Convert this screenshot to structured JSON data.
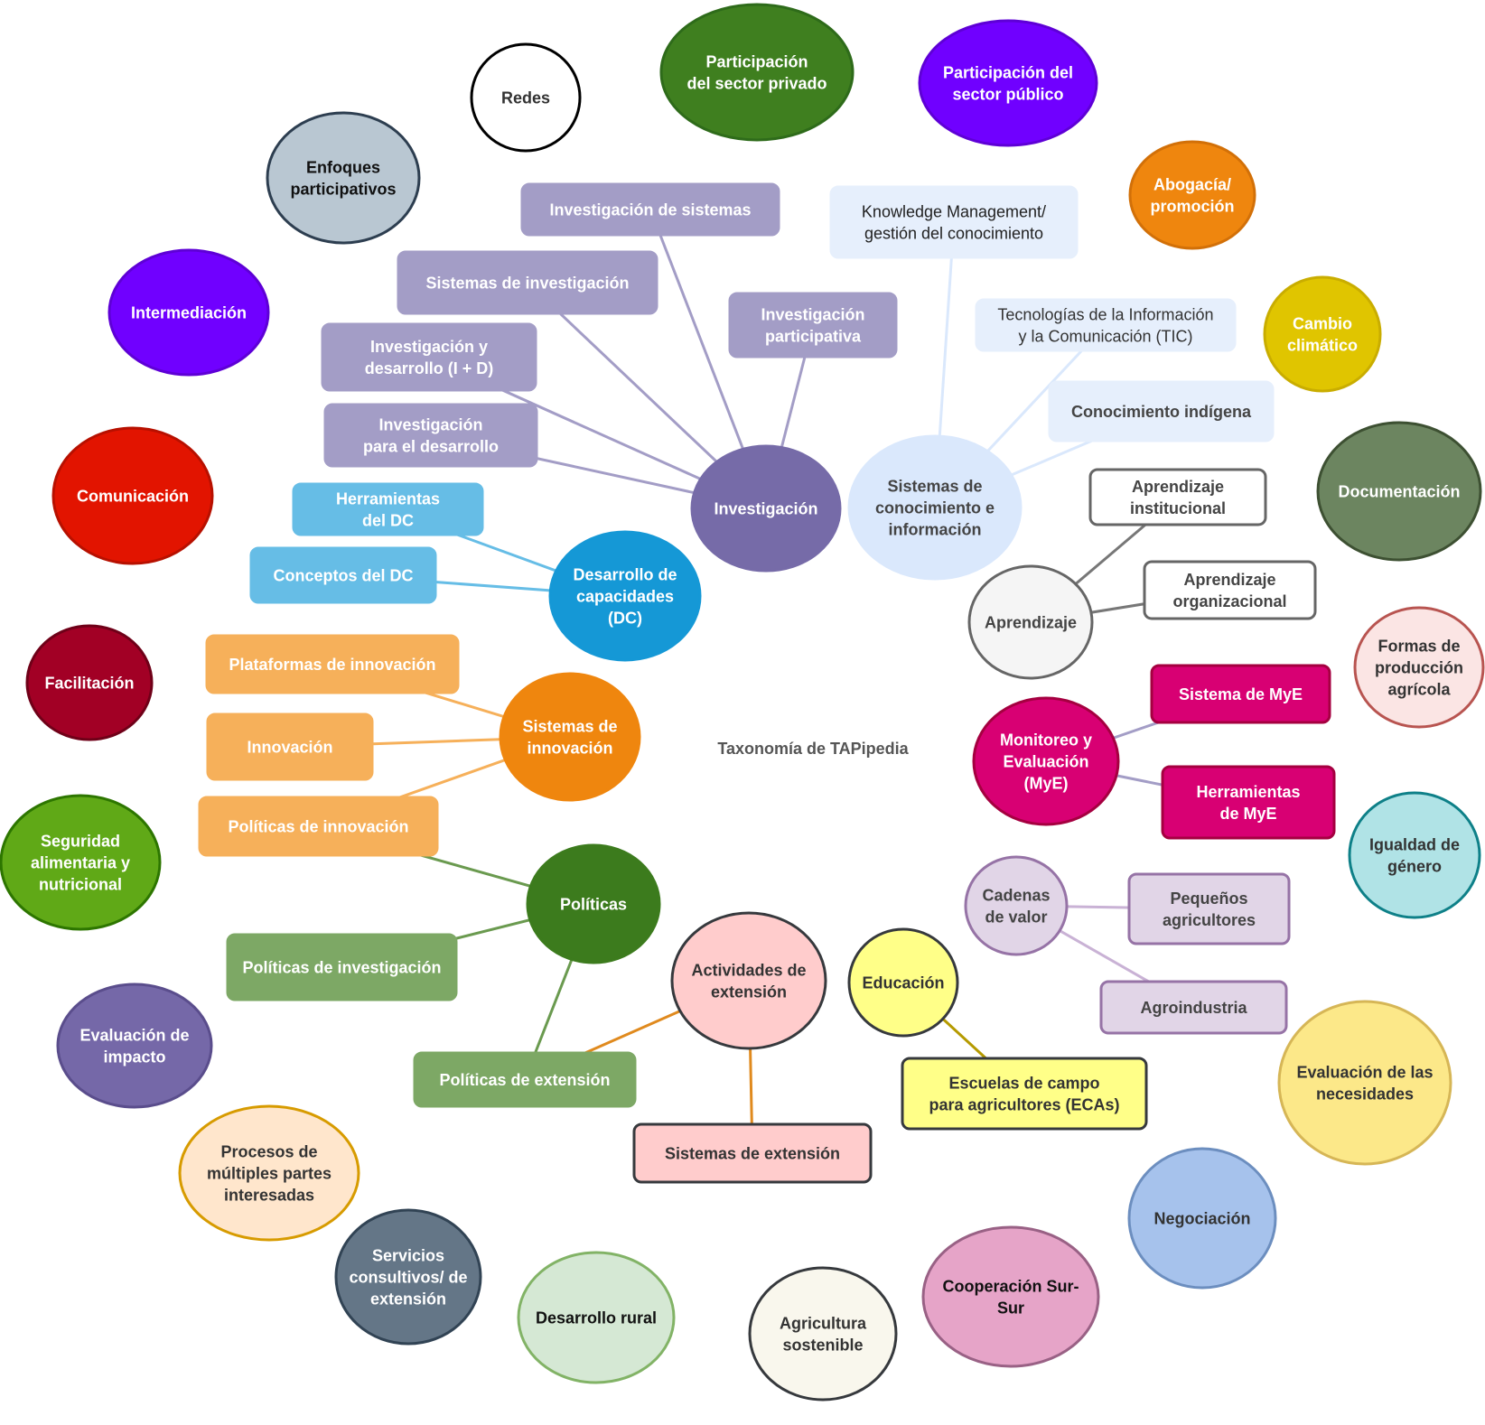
{
  "title": "Taxonomía de TAPipedia",
  "nodes": [
    {
      "id": "redes",
      "label": "Redes",
      "fill": "#ffffff",
      "stroke": "#000000",
      "text": "#333333"
    },
    {
      "id": "sector-privado",
      "label": "Participación del sector privado",
      "fill": "#3f7f1f",
      "stroke": "#2e6b1a",
      "text": "#ffffff"
    },
    {
      "id": "sector-publico",
      "label": "Participación del sector público",
      "fill": "#7000ff",
      "stroke": "#5e00d6",
      "text": "#ffffff"
    },
    {
      "id": "enfoques",
      "label": "Enfoques participativos",
      "fill": "#b9c7d2",
      "stroke": "#2d3e50",
      "text": "#111111"
    },
    {
      "id": "abogacia",
      "label": "Abogacía/ promoción",
      "fill": "#ef860e",
      "stroke": "#d27008",
      "text": "#ffffff"
    },
    {
      "id": "intermediacion",
      "label": "Intermediación",
      "fill": "#7000ff",
      "stroke": "#5e00d6",
      "text": "#ffffff"
    },
    {
      "id": "cambio",
      "label": "Cambio climático",
      "fill": "#e0c500",
      "stroke": "#c9ad00",
      "text": "#ffffff"
    },
    {
      "id": "comunicacion",
      "label": "Comunicación",
      "fill": "#e21400",
      "stroke": "#b71000",
      "text": "#ffffff"
    },
    {
      "id": "documentacion",
      "label": "Documentación",
      "fill": "#6c8560",
      "stroke": "#3d5032",
      "text": "#ffffff"
    },
    {
      "id": "facilitacion",
      "label": "Facilitación",
      "fill": "#a20025",
      "stroke": "#6f0018",
      "text": "#ffffff"
    },
    {
      "id": "formas",
      "label": "Formas de producción agrícola",
      "fill": "#fbe5e4",
      "stroke": "#b85450",
      "text": "#333333"
    },
    {
      "id": "igualdad",
      "label": "Igualdad de género",
      "fill": "#b0e3e6",
      "stroke": "#0e8088",
      "text": "#333333"
    },
    {
      "id": "seguridad",
      "label": "Seguridad alimentaria y nutricional",
      "fill": "#60a917",
      "stroke": "#2d7600",
      "text": "#ffffff"
    },
    {
      "id": "evaluacion-impacto",
      "label": "Evaluación de impacto",
      "fill": "#7568a8",
      "stroke": "#5a4d8c",
      "text": "#ffffff"
    },
    {
      "id": "evaluacion-necesidades",
      "label": "Evaluación de las necesidades",
      "fill": "#fce889",
      "stroke": "#d6b656",
      "text": "#333333"
    },
    {
      "id": "procesos",
      "label": "Procesos de múltiples partes interesadas",
      "fill": "#ffe6cc",
      "stroke": "#d79b00",
      "text": "#333333"
    },
    {
      "id": "negociacion",
      "label": "Negociación",
      "fill": "#a6c2ec",
      "stroke": "#6c8ebf",
      "text": "#333333"
    },
    {
      "id": "servicios",
      "label": "Servicios consultivos/ de extensión",
      "fill": "#647687",
      "stroke": "#314354",
      "text": "#ffffff"
    },
    {
      "id": "desarrollo-rural",
      "label": "Desarrollo rural",
      "fill": "#d5e8d4",
      "stroke": "#82b366",
      "text": "#111111"
    },
    {
      "id": "agricultura",
      "label": "Agricultura sostenible",
      "fill": "#f9f7ed",
      "stroke": "#36393d",
      "text": "#333333"
    },
    {
      "id": "cooperacion",
      "label": "Cooperación Sur-Sur",
      "fill": "#e6a4c8",
      "stroke": "#996185",
      "text": "#111111"
    },
    {
      "id": "investigacion",
      "label": "Investigación",
      "fill": "#766ba8",
      "stroke": "#766ba8",
      "text": "#ffffff"
    },
    {
      "id": "inv-sistemas",
      "label": "Investigación de sistemas",
      "fill": "#a39dc6",
      "stroke": "#a39dc6",
      "text": "#ffffff"
    },
    {
      "id": "sist-investigacion",
      "label": "Sistemas de investigación",
      "fill": "#a39dc6",
      "stroke": "#a39dc6",
      "text": "#ffffff"
    },
    {
      "id": "inv-participativa",
      "label": "Investigación participativa",
      "fill": "#a39dc6",
      "stroke": "#a39dc6",
      "text": "#ffffff"
    },
    {
      "id": "inv-id",
      "label": "Investigación y desarrollo (I + D)",
      "fill": "#a39dc6",
      "stroke": "#a39dc6",
      "text": "#ffffff"
    },
    {
      "id": "inv-desarrollo",
      "label": "Investigación para el desarrollo",
      "fill": "#a39dc6",
      "stroke": "#a39dc6",
      "text": "#ffffff"
    },
    {
      "id": "sci",
      "label": "Sistemas de conocimiento e información",
      "fill": "#dae8fc",
      "stroke": "#dae8fc",
      "text": "#444444"
    },
    {
      "id": "km",
      "label": "Knowledge Management/ gestión del conocimiento",
      "fill": "#e6effc",
      "stroke": "#e6effc",
      "text": "#222222",
      "weight": "normal"
    },
    {
      "id": "tic",
      "label": "Tecnologías de la Información y la Comunicación (TIC)",
      "fill": "#e6effc",
      "stroke": "#e6effc",
      "text": "#333333",
      "weight": "normal"
    },
    {
      "id": "indigena",
      "label": "Conocimiento indígena",
      "fill": "#e6effc",
      "stroke": "#e6effc",
      "text": "#444444"
    },
    {
      "id": "dc",
      "label": "Desarrollo de capacidades (DC)",
      "fill": "#1598d6",
      "stroke": "#1598d6",
      "text": "#ffffff"
    },
    {
      "id": "herramientas-dc",
      "label": "Herramientas del DC",
      "fill": "#66bde6",
      "stroke": "#66bde6",
      "text": "#ffffff"
    },
    {
      "id": "conceptos-dc",
      "label": "Conceptos del DC",
      "fill": "#66bde6",
      "stroke": "#66bde6",
      "text": "#ffffff"
    },
    {
      "id": "aprendizaje",
      "label": "Aprendizaje",
      "fill": "#f5f5f5",
      "stroke": "#666666",
      "text": "#444444"
    },
    {
      "id": "apr-institucional",
      "label": "Aprendizaje institucional",
      "fill": "#ffffff",
      "stroke": "#666666",
      "text": "#444444"
    },
    {
      "id": "apr-organizacional",
      "label": "Aprendizaje organizacional",
      "fill": "#ffffff",
      "stroke": "#666666",
      "text": "#444444"
    },
    {
      "id": "sist-innovacion",
      "label": "Sistemas de innovación",
      "fill": "#ef860e",
      "stroke": "#ef860e",
      "text": "#ffffff"
    },
    {
      "id": "plataformas",
      "label": "Plataformas de innovación",
      "fill": "#f6b05a",
      "stroke": "#f6b05a",
      "text": "#ffffff"
    },
    {
      "id": "innovacion",
      "label": "Innovación",
      "fill": "#f6b05a",
      "stroke": "#f6b05a",
      "text": "#ffffff"
    },
    {
      "id": "pol-innovacion",
      "label": "Políticas de innovación",
      "fill": "#f6b05a",
      "stroke": "#f6b05a",
      "text": "#ffffff"
    },
    {
      "id": "mye",
      "label": "Monitoreo y Evaluación (MyE)",
      "fill": "#d80073",
      "stroke": "#a50040",
      "text": "#ffffff"
    },
    {
      "id": "sist-mye",
      "label": "Sistema de MyE",
      "fill": "#d80073",
      "stroke": "#a50040",
      "text": "#ffffff"
    },
    {
      "id": "herr-mye",
      "label": "Herramientas de MyE",
      "fill": "#d80073",
      "stroke": "#a50040",
      "text": "#ffffff"
    },
    {
      "id": "politicas",
      "label": "Políticas",
      "fill": "#3c7b1d",
      "stroke": "#3c7b1d",
      "text": "#ffffff"
    },
    {
      "id": "pol-investigacion",
      "label": "Políticas de investigación",
      "fill": "#7da865",
      "stroke": "#7da865",
      "text": "#ffffff"
    },
    {
      "id": "pol-extension",
      "label": "Políticas de extensión",
      "fill": "#7da865",
      "stroke": "#7da865",
      "text": "#ffffff"
    },
    {
      "id": "cadenas",
      "label": "Cadenas de valor",
      "fill": "#e1d5e7",
      "stroke": "#9673a6",
      "text": "#444444"
    },
    {
      "id": "pequenos",
      "label": "Pequeños agricultores",
      "fill": "#e1d5e7",
      "stroke": "#9673a6",
      "text": "#444444"
    },
    {
      "id": "agroindustria",
      "label": "Agroindustria",
      "fill": "#e1d5e7",
      "stroke": "#9673a6",
      "text": "#444444"
    },
    {
      "id": "actividades",
      "label": "Actividades de extensión",
      "fill": "#ffcccc",
      "stroke": "#36393d",
      "text": "#333333"
    },
    {
      "id": "sist-extension",
      "label": "Sistemas de extensión",
      "fill": "#ffcccc",
      "stroke": "#36393d",
      "text": "#333333"
    },
    {
      "id": "educacion",
      "label": "Educación",
      "fill": "#ffff88",
      "stroke": "#36393d",
      "text": "#333333"
    },
    {
      "id": "ecas",
      "label": "Escuelas de campo para agricultores (ECAs)",
      "fill": "#ffff88",
      "stroke": "#36393d",
      "text": "#333333"
    }
  ],
  "edges": [
    {
      "from": "investigacion",
      "to": "inv-sistemas",
      "color": "#a39dc6"
    },
    {
      "from": "investigacion",
      "to": "sist-investigacion",
      "color": "#a39dc6"
    },
    {
      "from": "investigacion",
      "to": "inv-participativa",
      "color": "#a39dc6"
    },
    {
      "from": "investigacion",
      "to": "inv-id",
      "color": "#a39dc6"
    },
    {
      "from": "investigacion",
      "to": "inv-desarrollo",
      "color": "#a39dc6"
    },
    {
      "from": "sci",
      "to": "km",
      "color": "#dae8fc"
    },
    {
      "from": "sci",
      "to": "tic",
      "color": "#dae8fc"
    },
    {
      "from": "sci",
      "to": "indigena",
      "color": "#dae8fc"
    },
    {
      "from": "dc",
      "to": "herramientas-dc",
      "color": "#66bde6"
    },
    {
      "from": "dc",
      "to": "conceptos-dc",
      "color": "#66bde6"
    },
    {
      "from": "aprendizaje",
      "to": "apr-institucional",
      "color": "#777777"
    },
    {
      "from": "aprendizaje",
      "to": "apr-organizacional",
      "color": "#777777"
    },
    {
      "from": "sist-innovacion",
      "to": "plataformas",
      "color": "#f6b05a"
    },
    {
      "from": "sist-innovacion",
      "to": "innovacion",
      "color": "#f6b05a"
    },
    {
      "from": "sist-innovacion",
      "to": "pol-innovacion",
      "color": "#f6b05a"
    },
    {
      "from": "mye",
      "to": "sist-mye",
      "color": "#a39dc6"
    },
    {
      "from": "mye",
      "to": "herr-mye",
      "color": "#a39dc6"
    },
    {
      "from": "politicas",
      "to": "pol-innovacion",
      "color": "#6a9a4f"
    },
    {
      "from": "politicas",
      "to": "pol-investigacion",
      "color": "#6a9a4f"
    },
    {
      "from": "politicas",
      "to": "pol-extension",
      "color": "#6a9a4f"
    },
    {
      "from": "cadenas",
      "to": "pequenos",
      "color": "#c9b2d5"
    },
    {
      "from": "cadenas",
      "to": "agroindustria",
      "color": "#c9b2d5"
    },
    {
      "from": "actividades",
      "to": "pol-extension",
      "color": "#e08a1e"
    },
    {
      "from": "actividades",
      "to": "sist-extension",
      "color": "#e08a1e"
    },
    {
      "from": "educacion",
      "to": "ecas",
      "color": "#b59a00"
    }
  ]
}
